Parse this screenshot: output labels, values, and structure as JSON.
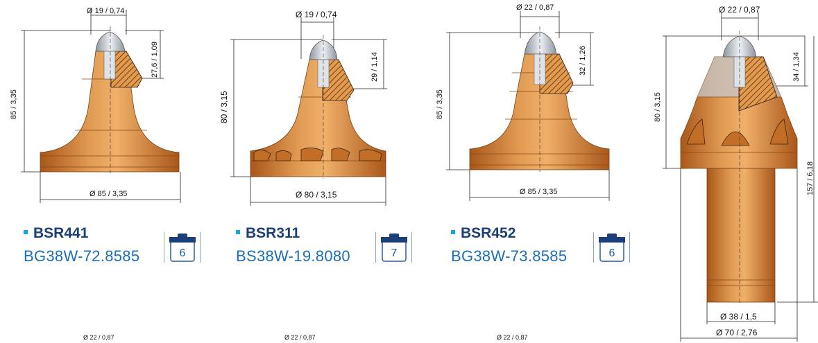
{
  "products": [
    {
      "name": "BSR441",
      "code": "BG38W-72.8585",
      "pack_qty": "6",
      "dim_tip": "Ø 19 / 0,74",
      "dim_height": "85 / 3,35",
      "dim_insert": "27,6 / 1,09",
      "dim_base": "Ø 85 / 3,35"
    },
    {
      "name": "BSR311",
      "code": "BS38W-19.8080",
      "pack_qty": "7",
      "dim_tip": "Ø 19 / 0,74",
      "dim_height": "80 / 3,15",
      "dim_insert": "29 / 1,14",
      "dim_base": "Ø 80 / 3,15"
    },
    {
      "name": "BSR452",
      "code": "BG38W-73.8585",
      "pack_qty": "6",
      "dim_tip": "Ø 22 / 0,87",
      "dim_height": "85 / 3,35",
      "dim_insert": "32 / 1,26",
      "dim_base": "Ø 85 / 3,35"
    }
  ],
  "shank_tool": {
    "dim_tip": "Ø 22 / 0,87",
    "dim_head": "80 / 3,15",
    "dim_insert": "34 / 1,34",
    "dim_total": "157 / 6,18",
    "dim_shank": "Ø 38 / 1,5",
    "dim_base": "Ø 70 / 2,76"
  },
  "footer_dims": [
    "Ø 22 / 0,87",
    "Ø 22 / 0,87",
    "Ø 22 / 0,87"
  ],
  "colors": {
    "body_orange": "#d98a3c",
    "body_dark": "#b8651f",
    "tip_grey": "#c9ced6",
    "name_blue": "#1b3f7a",
    "code_blue": "#1a6fb8",
    "accent": "#16a6dc"
  },
  "icons": [
    "box-package-icon"
  ]
}
